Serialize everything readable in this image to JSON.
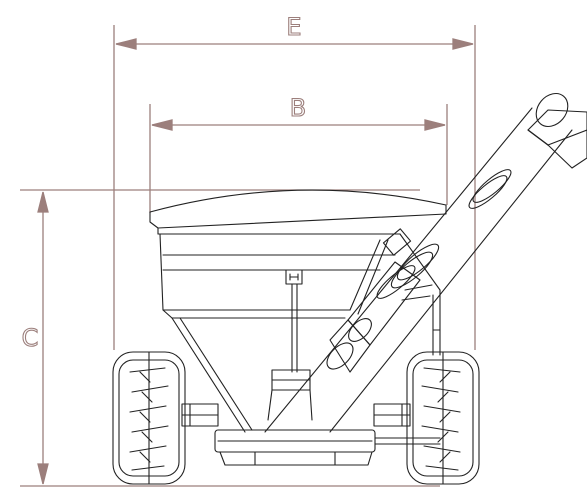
{
  "diagram": {
    "dimensions": [
      {
        "key": "overall_width",
        "label": "E"
      },
      {
        "key": "body_width",
        "label": "B"
      },
      {
        "key": "height",
        "label": "C"
      }
    ]
  },
  "colors": {
    "dimension_lines": "#9c7f7c",
    "drawing_lines": "#222222",
    "background": "#ffffff"
  }
}
